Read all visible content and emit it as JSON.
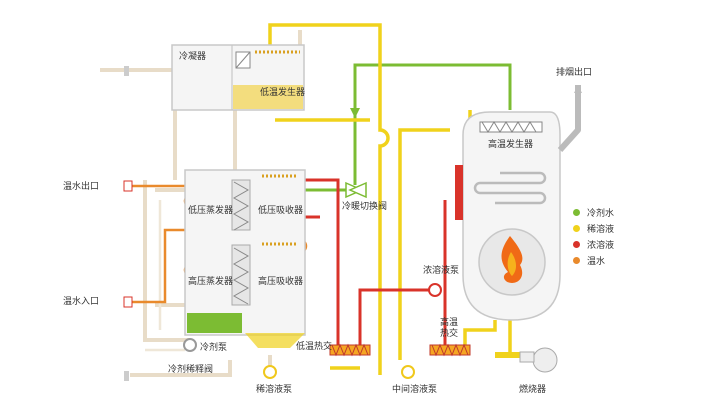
{
  "labels": {
    "condenser": "冷凝器",
    "low_temp_generator": "低温发生器",
    "exhaust_outlet": "排烟出口",
    "high_temp_generator": "高温发生器",
    "hot_water_outlet": "温水出口",
    "hot_water_inlet": "温水入口",
    "low_pressure_evaporator": "低压蒸发器",
    "low_pressure_absorber": "低压吸收器",
    "high_pressure_evaporator": "高压蒸发器",
    "high_pressure_absorber": "高压吸收器",
    "heat_cool_switch_valve": "冷暖切换阀",
    "concentrated_solution_pump": "浓溶液泵",
    "high_temp_heat_exchanger": "高温\n热交",
    "low_temp_heat_exchanger": "低温热交",
    "refrigerant_pump": "冷剂泵",
    "refrigerant_dilution_valve": "冷剂稀释阀",
    "dilute_solution_pump": "稀溶液泵",
    "intermediate_solution_pump": "中间溶液泵",
    "burner": "燃烧器"
  },
  "legend": [
    {
      "label": "冷剂水",
      "color": "#7cbc33"
    },
    {
      "label": "稀溶液",
      "color": "#f0d21c"
    },
    {
      "label": "浓溶液",
      "color": "#d9332a"
    },
    {
      "label": "温水",
      "color": "#e98a2c"
    }
  ],
  "colors": {
    "pipe_beige": "#e8dcc8",
    "equipment_outline": "#c8c8c8",
    "equipment_fill": "#f5f5f5",
    "flame": "#f06a16"
  }
}
